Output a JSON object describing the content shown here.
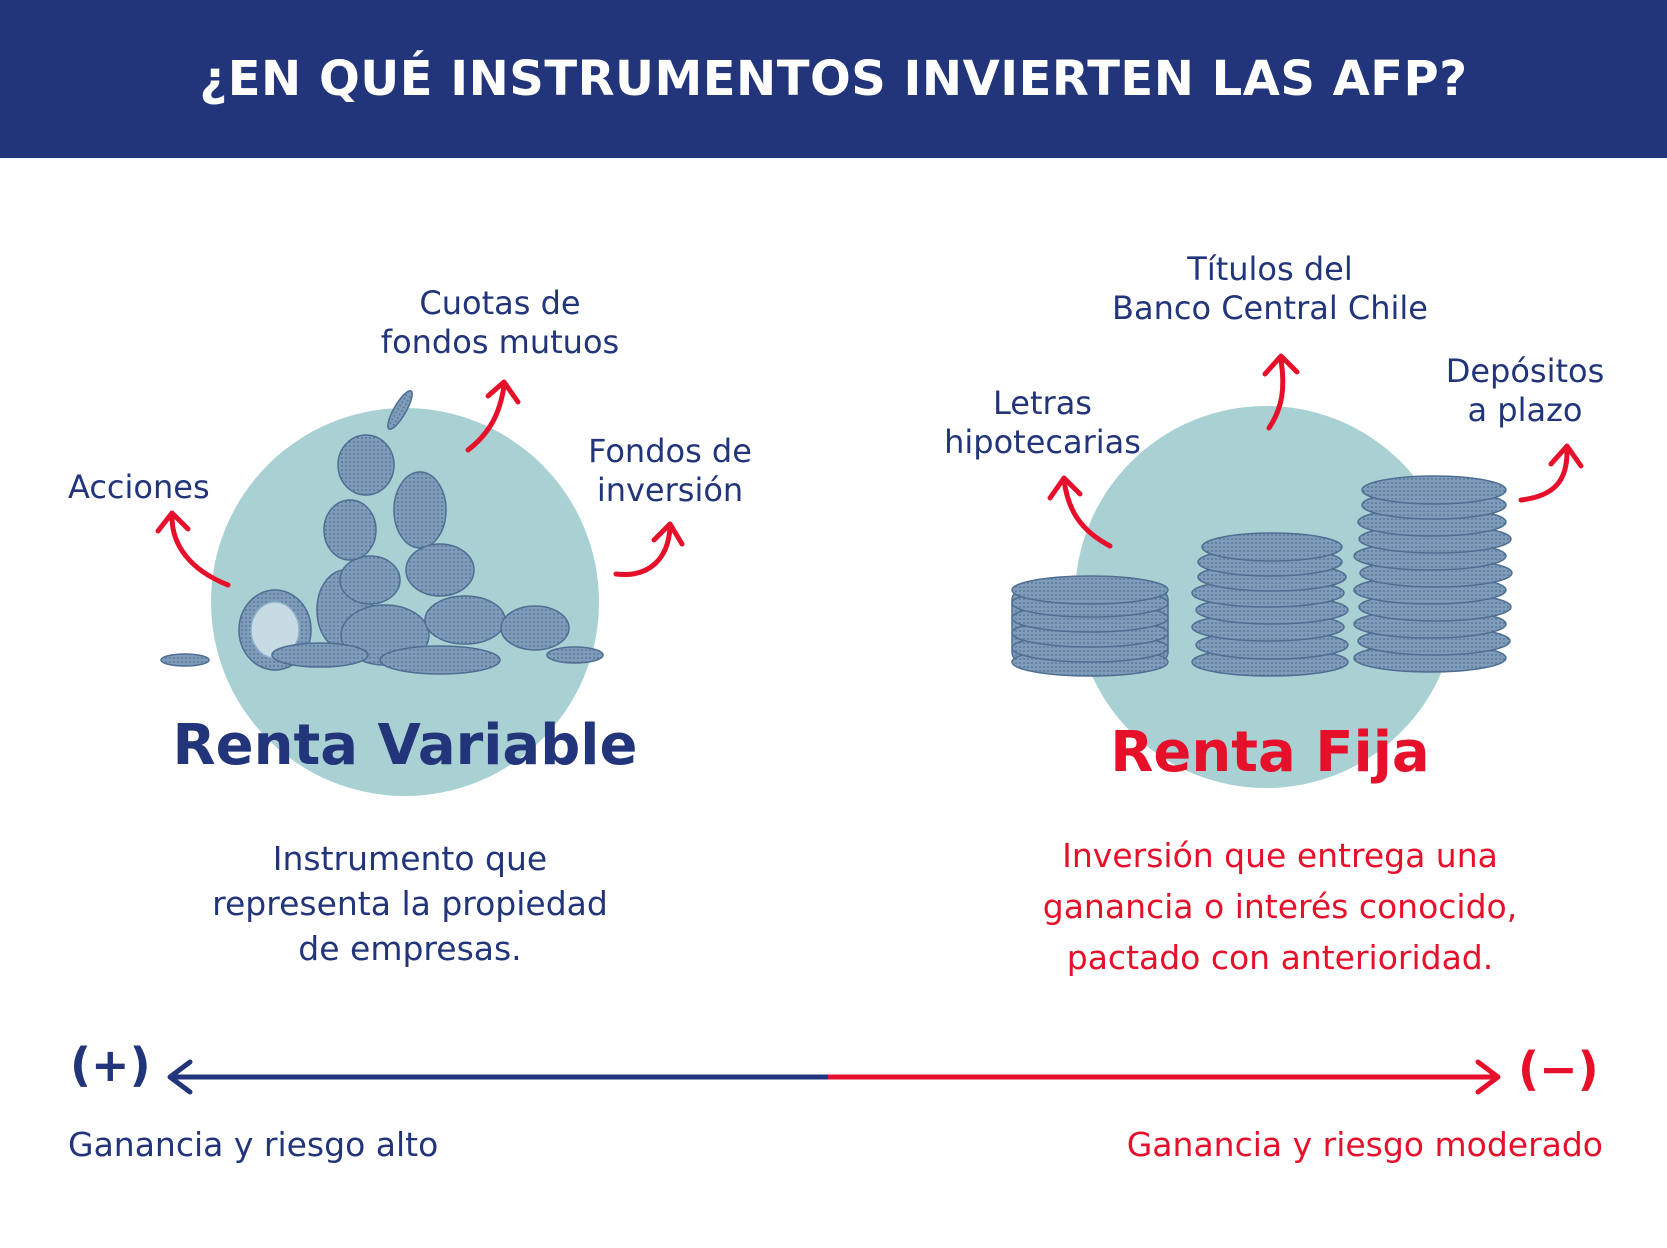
{
  "header": {
    "title": "¿EN QUÉ INSTRUMENTOS INVIERTEN LAS AFP?"
  },
  "colors": {
    "navy": "#22357a",
    "red": "#e6102b",
    "circle": "#a9d0d3",
    "coin": "#6f8fb0"
  },
  "renta_variable": {
    "title": "Renta Variable",
    "items": [
      "Acciones",
      "Cuotas de fondos mutuos",
      "Fondos de inversión"
    ],
    "item_lines": {
      "acciones": [
        "Acciones"
      ],
      "cuotas": [
        "Cuotas de",
        "fondos mutuos"
      ],
      "fondos": [
        "Fondos de",
        "inversión"
      ]
    },
    "description_lines": [
      "Instrumento que",
      "representa la propiedad",
      "de empresas."
    ],
    "illustration": "falling-coins-icon"
  },
  "renta_fija": {
    "title": "Renta Fija",
    "item_lines": {
      "letras": [
        "Letras",
        "hipotecarias"
      ],
      "titulos": [
        "Títulos del",
        "Banco Central Chile"
      ],
      "depositos": [
        "Depósitos",
        "a plazo"
      ]
    },
    "description_lines": [
      "Inversión que entrega una",
      "ganancia o interés conocido,",
      "pactado con anterioridad."
    ],
    "illustration": "coin-stacks-icon"
  },
  "scale": {
    "plus_symbol": "(+)",
    "minus_symbol": "(−)",
    "left_text": "Ganancia y riesgo alto",
    "right_text": "Ganancia y riesgo moderado"
  }
}
